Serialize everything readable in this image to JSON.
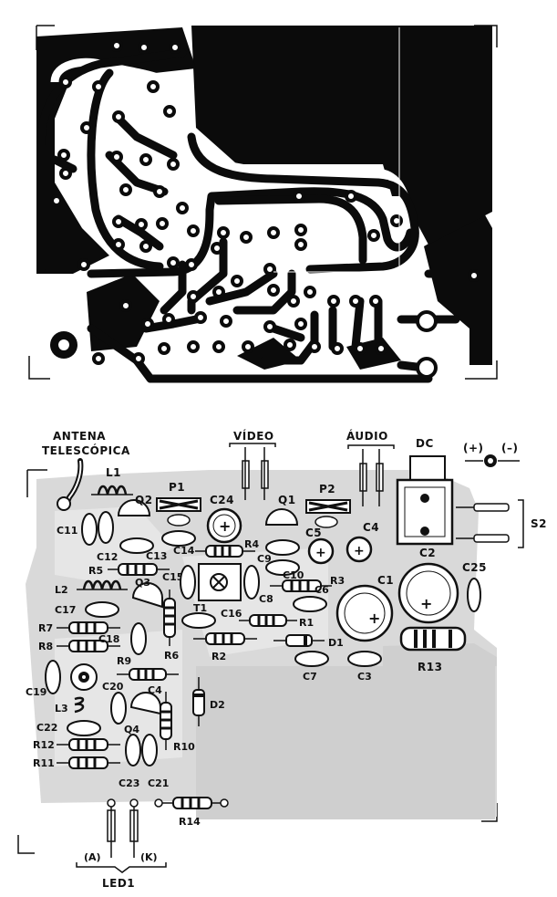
{
  "pcb_layout": {
    "copper_color": "#0b0b0b",
    "board_color": "#ffffff"
  },
  "component_layout": {
    "ground_plane_color": "#d9d9d9",
    "labels": {
      "antena": "ANTENA",
      "telescopica": "TELESCÓPICA",
      "video": "VÍDEO",
      "audio": "ÁUDIO",
      "dc": "DC",
      "plus": "(+)",
      "minus": "(–)",
      "s2": "S2",
      "led_a": "(A)",
      "led_k": "(K)",
      "led1": "LED1"
    },
    "components": {
      "L1": "L1",
      "L2": "L2",
      "L3": "L3",
      "Q1": "Q1",
      "Q2": "Q2",
      "Q3": "Q3",
      "Q4": "Q4",
      "P1": "P1",
      "P2": "P2",
      "T1": "T1",
      "D1": "D1",
      "D2": "D2",
      "C1": "C1",
      "C2": "C2",
      "C3": "C3",
      "C4": "C4",
      "C5": "C5",
      "C6": "C6",
      "C7": "C7",
      "C8": "C8",
      "C9": "C9",
      "C10": "C10",
      "C11": "C11",
      "C12": "C12",
      "C13": "C13",
      "C14": "C14",
      "C15": "C15",
      "C16": "C16",
      "C17": "C17",
      "C18": "C18",
      "C19": "C19",
      "C20": "C20",
      "C21": "C21",
      "C22": "C22",
      "C23": "C23",
      "C24": "C24",
      "C25": "C25",
      "R1": "R1",
      "R2": "R2",
      "R3": "R3",
      "R4": "R4",
      "R5": "R5",
      "R6": "R6",
      "R7": "R7",
      "R8": "R8",
      "R9": "R9",
      "R10": "R10",
      "R11": "R11",
      "R12": "R12",
      "R13": "R13",
      "R14": "R14"
    }
  }
}
